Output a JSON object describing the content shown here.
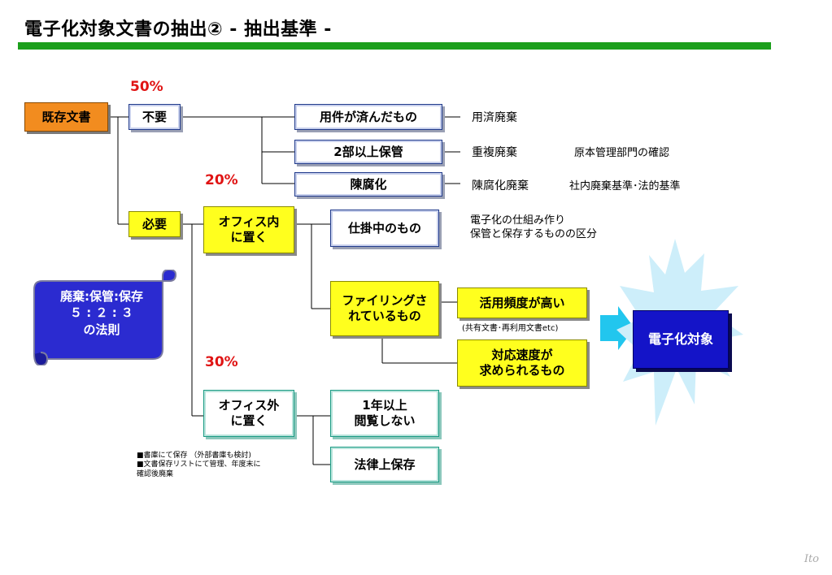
{
  "title": "電子化対象文書の抽出② - 抽出基準 -",
  "colors": {
    "rule": "#1c9f1c",
    "orange": "#f28c1f",
    "yellow": "#ffff1e",
    "blue": "#1414c8",
    "percent": "#e01414"
  },
  "boxes": {
    "existing": "既存文書",
    "unneeded": "不要",
    "needed": "必要",
    "used": "用件が済んだもの",
    "dup": "2部以上保管",
    "obsolete": "陳腐化",
    "in_office": "オフィス内\nに置く",
    "in_progress": "仕掛中のもの",
    "filing": "ファイリングさ\nれているもの",
    "high_use": "活用頻度が高い",
    "fast_response": "対応速度が\n求められるもの",
    "outside": "オフィス外\nに置く",
    "not_viewed": "1年以上\n閲覧しない",
    "legal": "法律上保存",
    "digitize": "電子化対象"
  },
  "percent": {
    "p50": "50%",
    "p20": "20%",
    "p30": "30%"
  },
  "notes": {
    "used_result": "用済廃棄",
    "dup_result": "重複廃棄",
    "dup_note": "原本管理部門の確認",
    "obsolete_result": "陳腐化廃棄",
    "obsolete_note": "社内廃棄基準･法的基準",
    "in_progress_note": "電子化の仕組み作り\n保管と保存するものの区分",
    "shared_note": "(共有文書･再利用文書etc)",
    "outside_note": "■書庫にて保存 （外部書庫も検討)\n■文書保存リストにて管理、年度末に\n確認後廃棄"
  },
  "rule_banner": "廃棄:保管:保存\n５ : ２ : ３\nの法則",
  "logo": "Ito"
}
